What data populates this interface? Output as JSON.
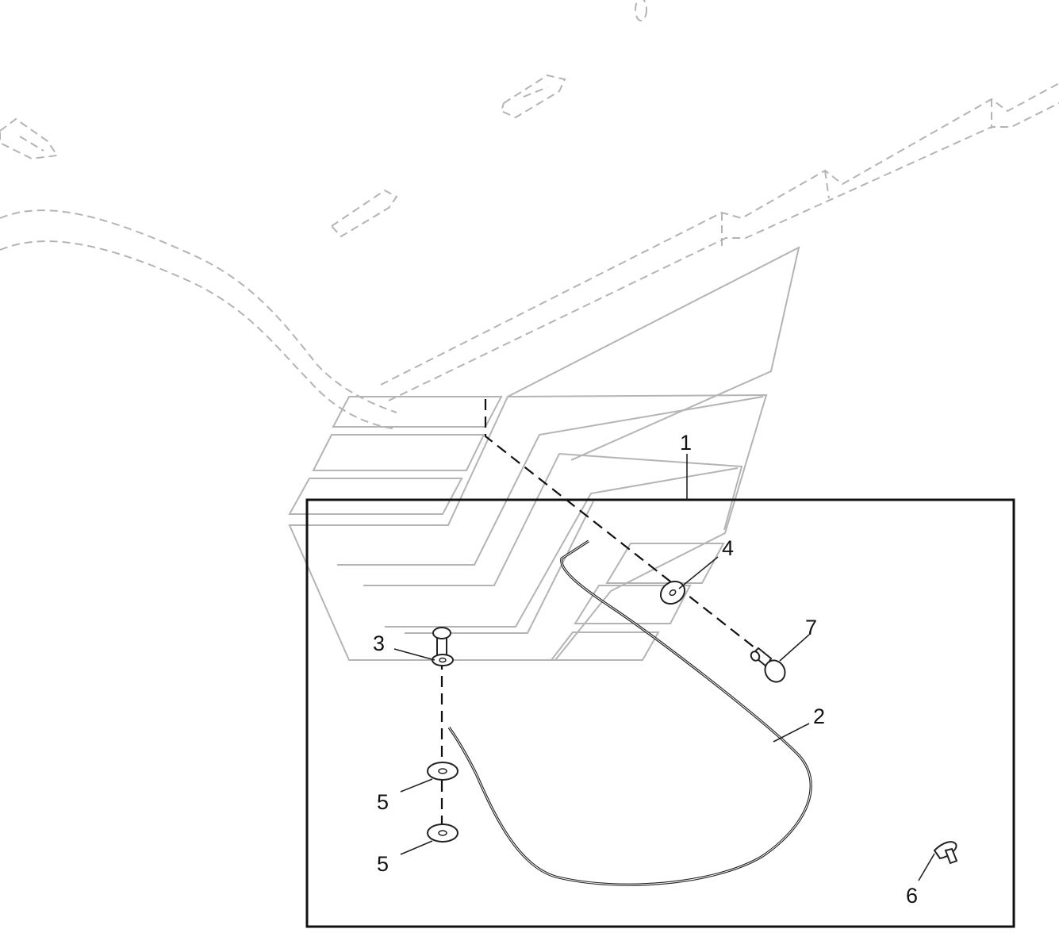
{
  "callouts": {
    "c1": "1",
    "c2": "2",
    "c3": "3",
    "c4": "4",
    "c5a": "5",
    "c5b": "5",
    "c6": "6",
    "c7": "7"
  },
  "colors": {
    "line": "#222222",
    "ghost": "#b4b4b4",
    "background": "#ffffff"
  }
}
